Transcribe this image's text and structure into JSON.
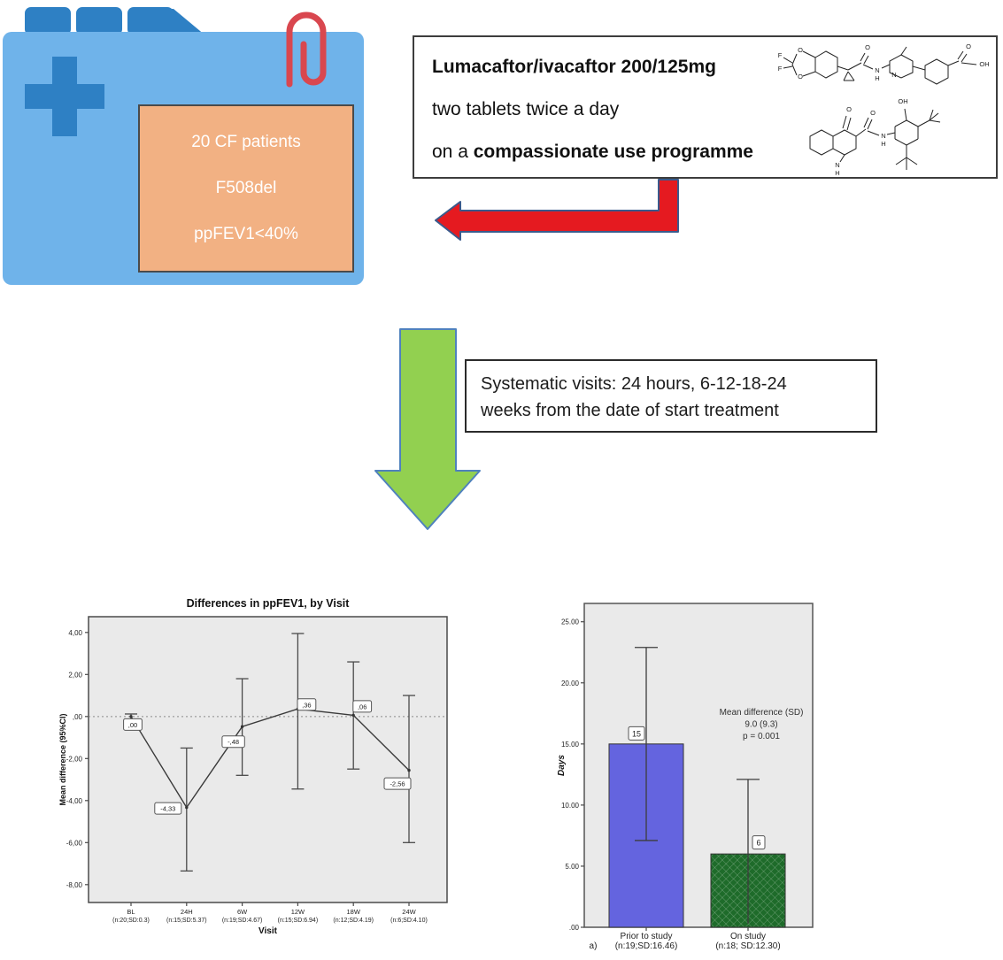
{
  "folder": {
    "note_lines": [
      "20 CF patients",
      "F508del",
      "ppFEV1<40%"
    ]
  },
  "treatment_box": {
    "title_bold": "Lumacaftor/ivacaftor 200/125mg",
    "line2": "two tablets twice a day",
    "line3_prefix": "on a ",
    "line3_bold": "compassionate use programme"
  },
  "visits_box": {
    "line1": "Systematic visits: 24 hours, 6-12-18-24",
    "line2": "weeks from the date of start treatment"
  },
  "molecules": {
    "lumacaftor_atoms": [
      "F",
      "F",
      "O",
      "O",
      "O",
      "N",
      "H",
      "N",
      "O",
      "OH"
    ],
    "ivacaftor_atoms": [
      "O",
      "O",
      "OH",
      "N",
      "H",
      "N",
      "H"
    ]
  },
  "colors": {
    "folder_body": "#6FB3EA",
    "folder_dark": "#2E80C4",
    "note_bg": "#F2B183",
    "paperclip": "#D9474F",
    "red_arrow": "#E51A20",
    "red_arrow_outline": "#3A5A8C",
    "green_arrow": "#92D050",
    "green_arrow_outline": "#4F81BD",
    "bar_blue": "#6464DF",
    "bar_green": "#1E6B2A",
    "plot_bg": "#EAEAEA"
  },
  "chart_data": [
    {
      "type": "line",
      "title": "Differences in ppFEV1, by Visit",
      "xlabel": "Visit",
      "ylabel": "Mean difference (95%CI)",
      "ylim": [
        -8.85,
        4.75
      ],
      "ytick_values": [
        4,
        2,
        0,
        -2,
        -4,
        -6,
        -8
      ],
      "ytick_labels": [
        "4,00",
        "2,00",
        ",00",
        "-2,00",
        "-4,00",
        "-6,00",
        "-8,00"
      ],
      "categories": [
        "BL",
        "24H",
        "6W",
        "12W",
        "18W",
        "24W"
      ],
      "category_sublabels": [
        "(n:20;SD:0.3)",
        "(n:15;SD:5.37)",
        "(n:19;SD:4.67)",
        "(n:15;SD:6.94)",
        "(n:12;SD:4.19)",
        "(n:6;SD:4.10)"
      ],
      "values": [
        0.0,
        -4.33,
        -0.48,
        0.36,
        0.06,
        -2.56
      ],
      "value_labels": [
        ",00",
        "-4,33",
        "-,48",
        ",36",
        ",06",
        "-2,56"
      ],
      "ci_high": [
        0.12,
        -1.5,
        1.8,
        3.95,
        2.6,
        1.0
      ],
      "ci_low": [
        -0.12,
        -7.35,
        -2.8,
        -3.45,
        -2.5,
        -6.0
      ],
      "reference_line": 0,
      "grid": false,
      "legend_position": "none"
    },
    {
      "type": "bar",
      "title": "",
      "xlabel": "",
      "ylabel": "Days",
      "ylim": [
        0,
        26.5
      ],
      "ytick_values": [
        0,
        5,
        10,
        15,
        20,
        25
      ],
      "ytick_labels": [
        ".00",
        "5.00",
        "10.00",
        "15.00",
        "20.00",
        "25.00"
      ],
      "categories": [
        "Prior to study",
        "On study"
      ],
      "category_sublabels": [
        "(n:19;SD:16.46)",
        "(n:18; SD:12.30)"
      ],
      "values": [
        15,
        6
      ],
      "value_labels": [
        "15",
        "6"
      ],
      "ci_high": [
        22.9,
        12.1
      ],
      "ci_low": [
        7.1,
        0.3
      ],
      "bar_colors": [
        "#6464DF",
        "#1E6B2A"
      ],
      "annotation_lines": [
        "Mean difference (SD)",
        "9.0 (9.3)",
        "p = 0.001"
      ],
      "panel_label": "a)",
      "grid": false,
      "legend_position": "none"
    }
  ]
}
